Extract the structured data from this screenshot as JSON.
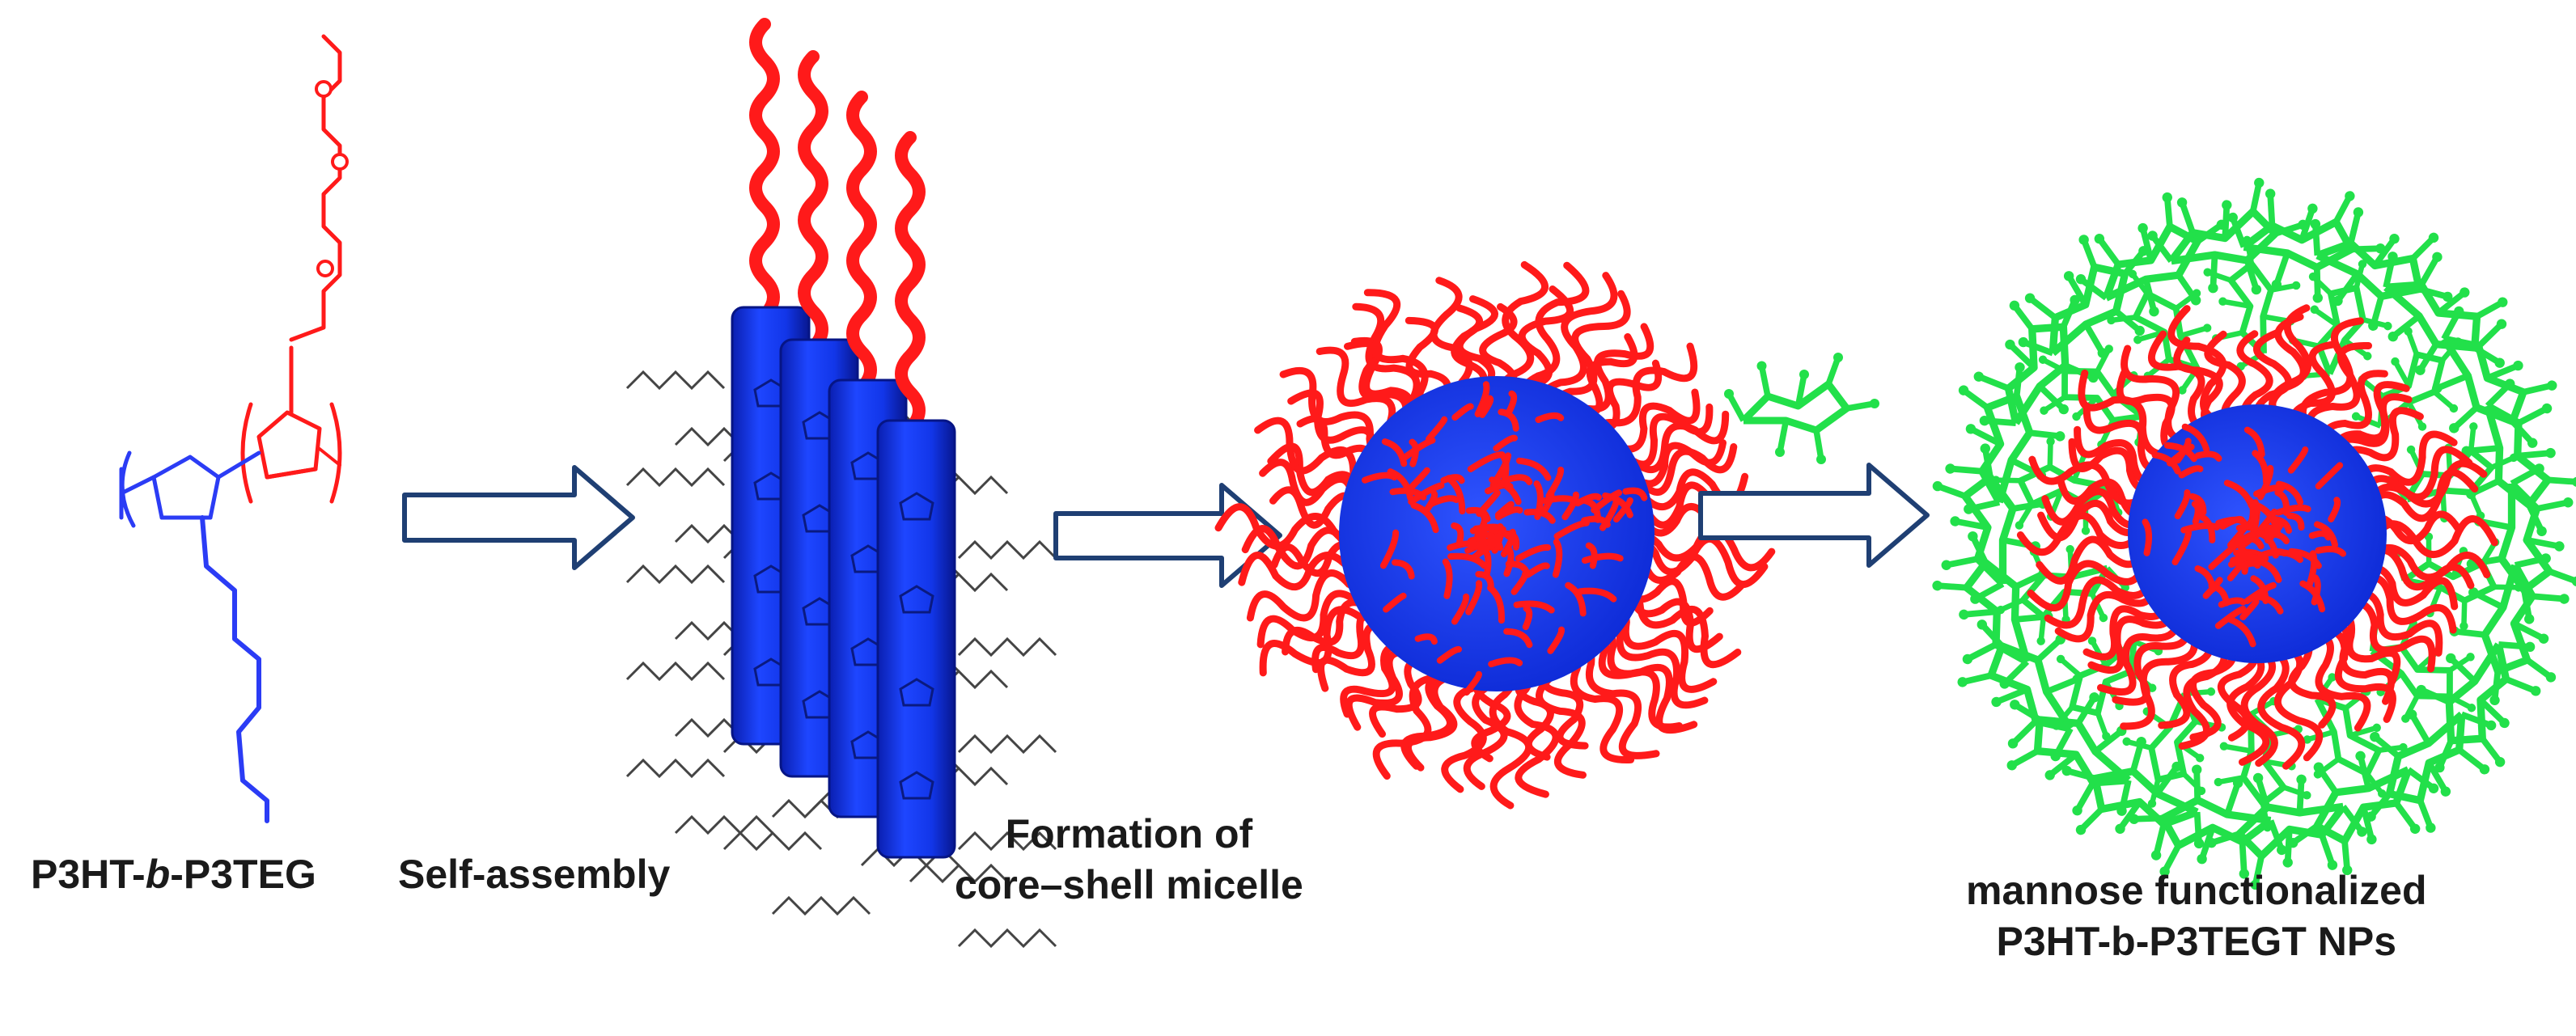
{
  "labels": {
    "polymer_prefix": "P3HT-",
    "polymer_italic": "b",
    "polymer_suffix": "-P3TEG",
    "self_assembly": "Self-assembly",
    "micelle_line1": "Formation of",
    "micelle_line2": "core–shell micelle",
    "nps_line1": "mannose functionalized",
    "nps_line2": "P3HT-b-P3TEGT NPs"
  },
  "colors": {
    "p3ht": "#2b3cf5",
    "p3teg": "#ff1a1a",
    "mannose": "#22e04a",
    "arrow": "#1f3f73",
    "lamella": "#1236e8",
    "alkyl": "#444444"
  },
  "icons": {
    "monomer": "p3ht-b-p3teg-structure-icon",
    "stack": "lamellar-stack-icon",
    "micelle": "core-shell-micelle-icon",
    "sugar": "mannose-molecule-icon",
    "nanoparticle": "mannose-nanoparticle-icon",
    "arrow": "process-arrow-icon"
  }
}
